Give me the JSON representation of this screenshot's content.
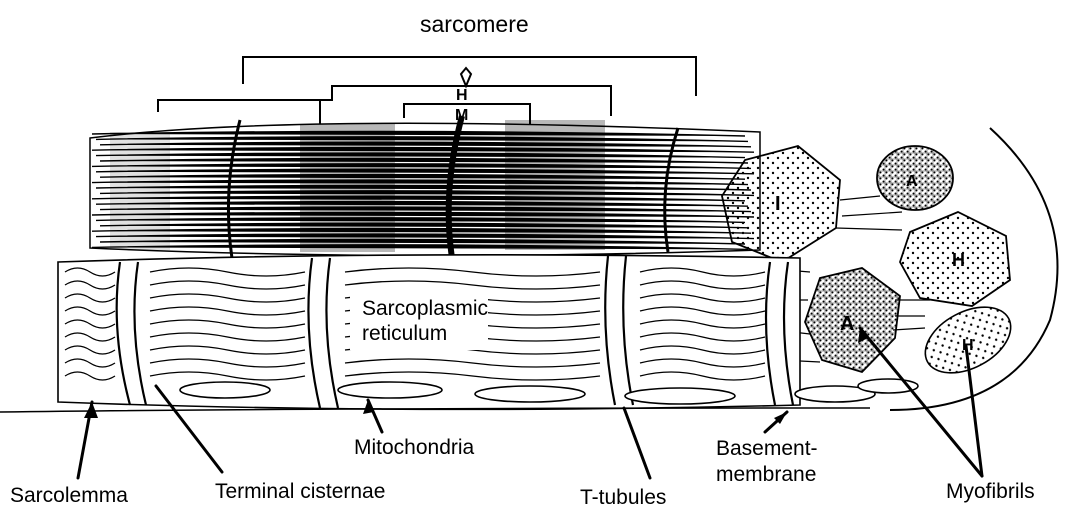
{
  "title": "sarcomere",
  "bands": {
    "A": "A",
    "H": "H",
    "M": "M",
    "I": "I"
  },
  "labels": {
    "sarcoplasmic_reticulum": "Sarcoplasmic\nreticulum",
    "mitochondria": "Mitochondria",
    "basement_membrane": "Basement-\nmembrane",
    "sarcolemma": "Sarcolemma",
    "terminal_cisternae": "Terminal cisternae",
    "t_tubules": "T-tubules",
    "myofibrils": "Myofibrils"
  }
}
